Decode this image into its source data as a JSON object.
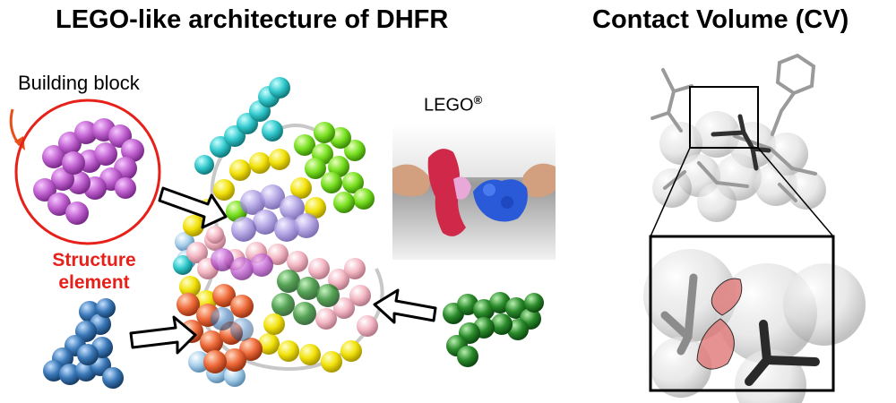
{
  "titles": {
    "left": "LEGO-like architecture of DHFR",
    "right": "Contact Volume (CV)"
  },
  "labels": {
    "building_block": "Building block",
    "lego": "LEGO",
    "lego_mark": "®",
    "structure_element_line1": "Structure",
    "structure_element_line2": "element"
  },
  "colors": {
    "highlight_red": "#e8201a",
    "magenta": "#c060d0",
    "cyan": "#30c8cc",
    "yellow": "#f2e20a",
    "green": "#78e020",
    "pink": "#f4b8c4",
    "orange": "#ee6a3a",
    "steel_blue": "#3a78b8",
    "dark_green": "#2a8a2a",
    "lavender": "#a898e0",
    "contact_red": "#e07878"
  }
}
